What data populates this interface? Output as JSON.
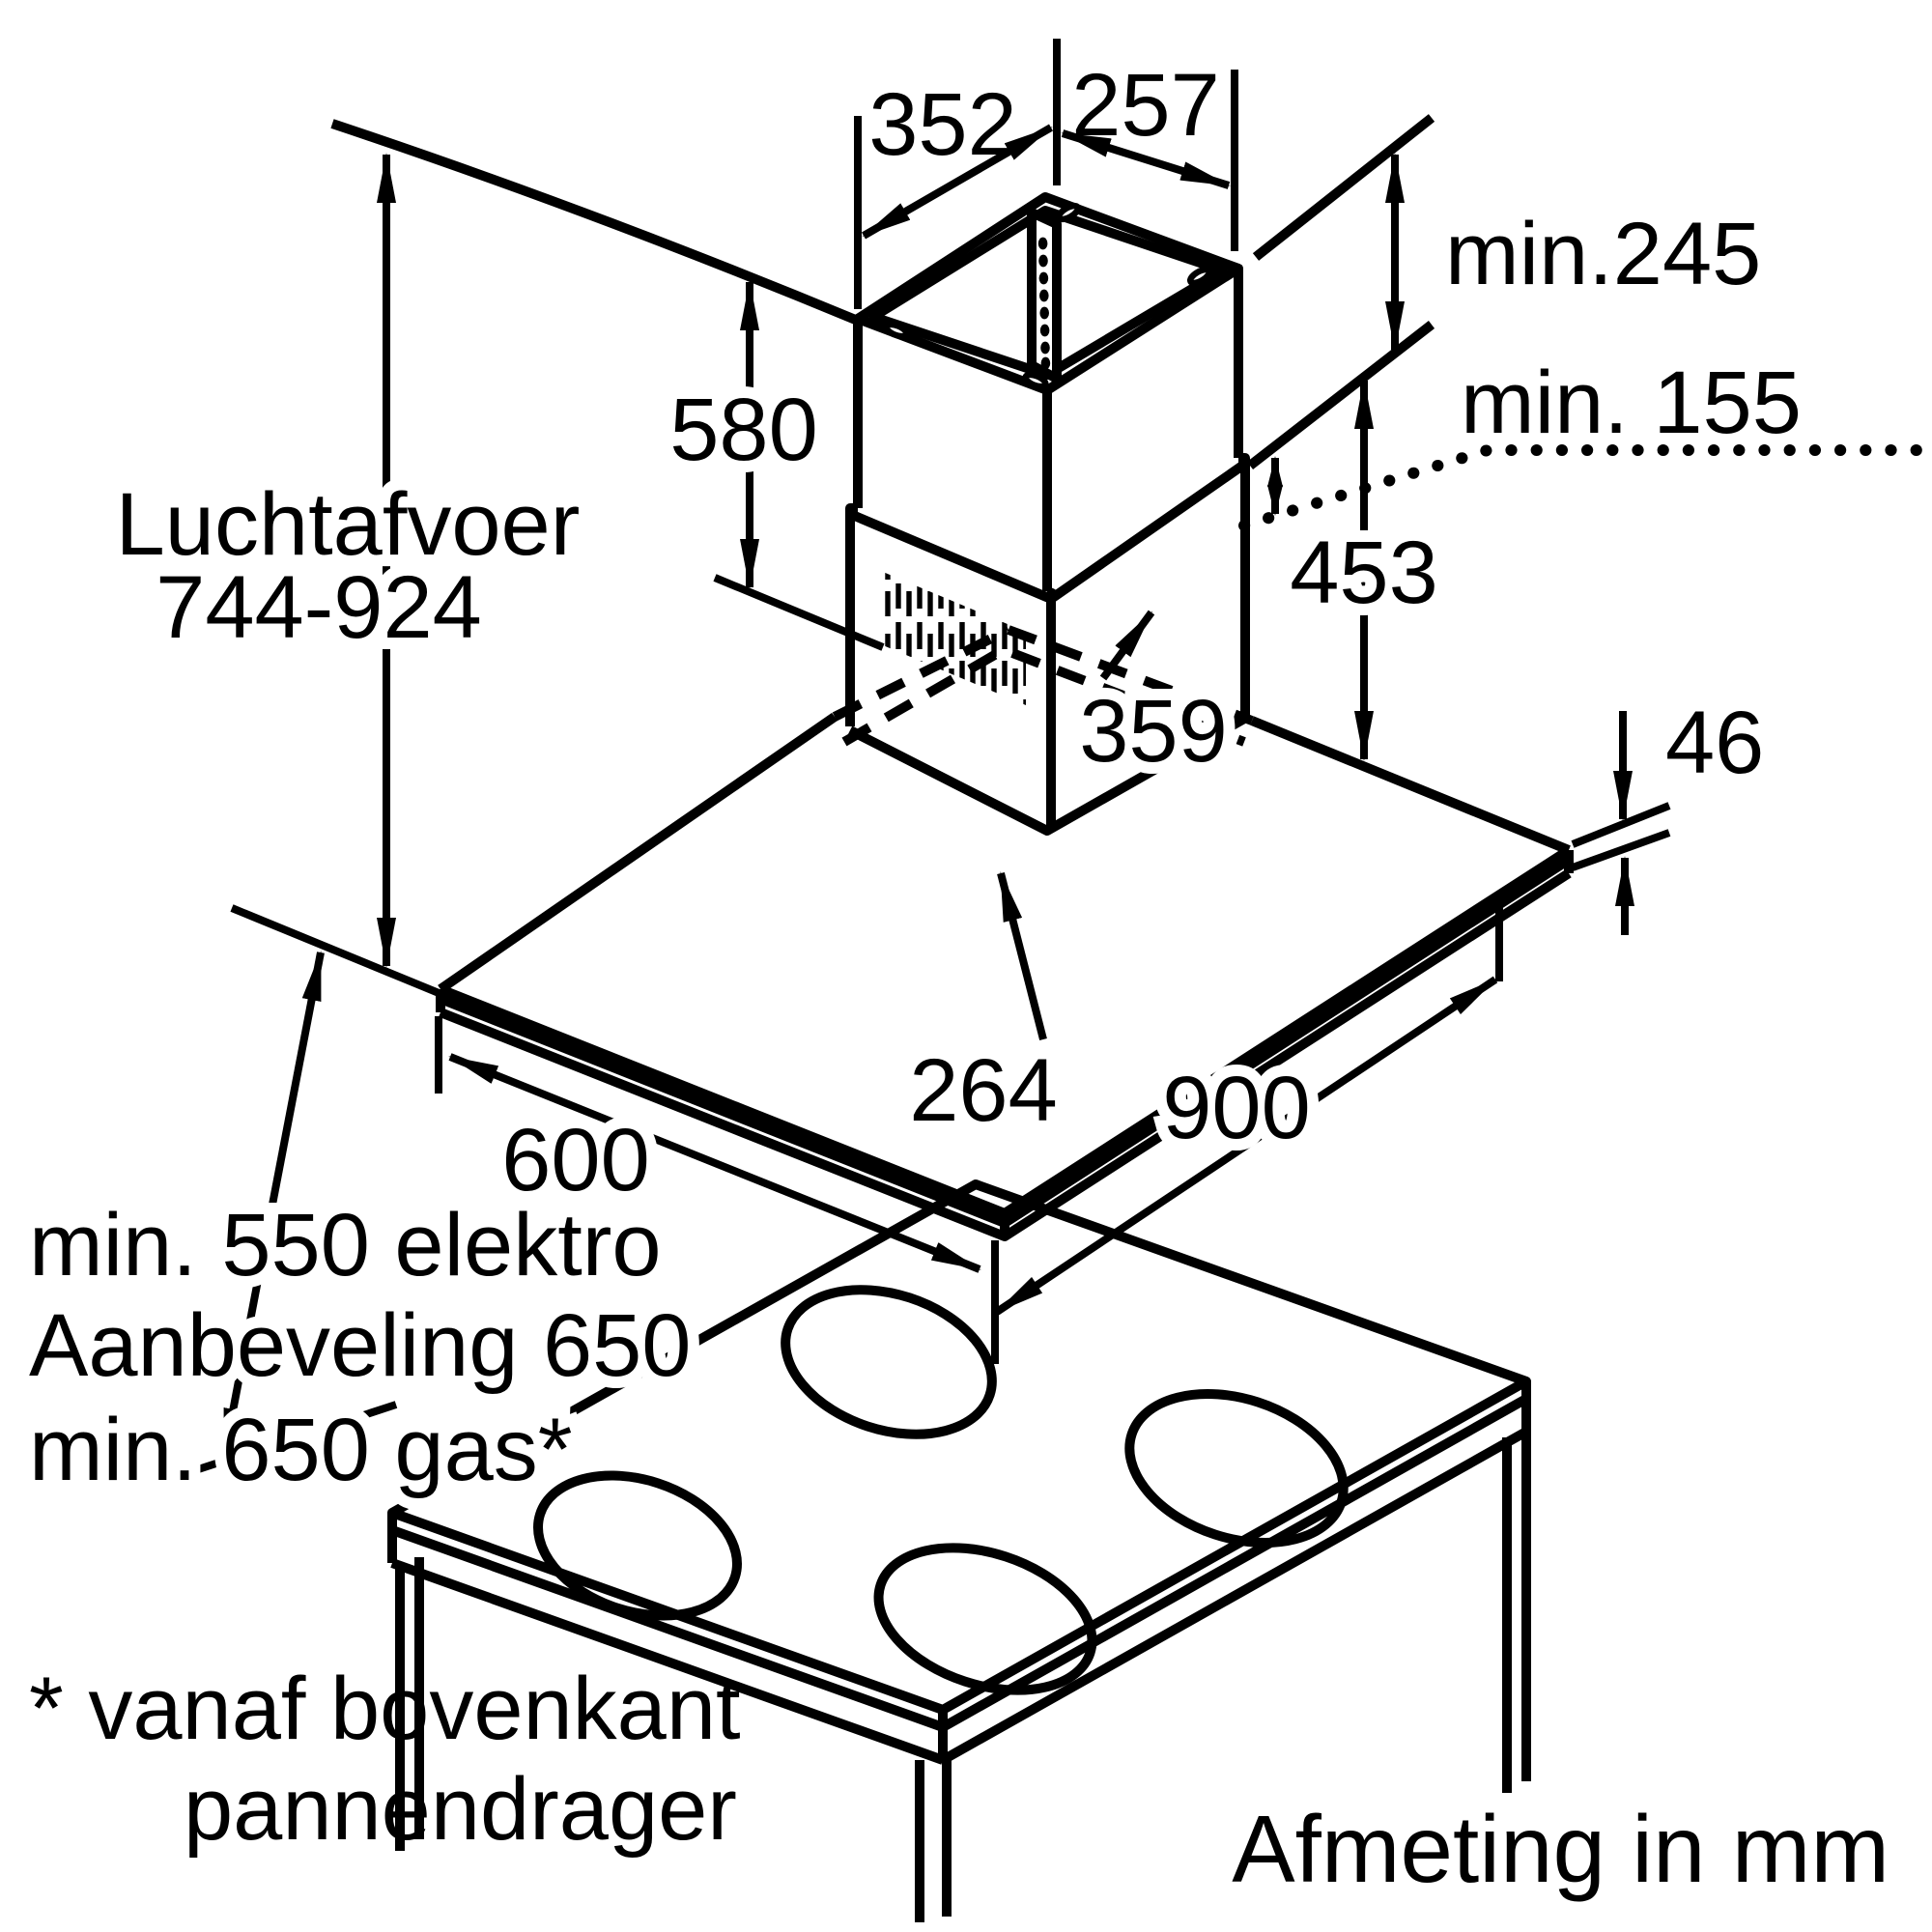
{
  "diagram": {
    "title_note": "Afmeting in mm",
    "dimensions": {
      "chimney_top_width": "352",
      "chimney_top_depth": "257",
      "ceiling_clearance": "min.245",
      "telescopic_overlap": "min. 155",
      "upper_duct_height": "580",
      "duct_label": "Luchtafvoer",
      "duct_height_range": "744-924",
      "bracket_to_canopy": "453",
      "chimney_base_width": "264",
      "chimney_base_depth": "359",
      "canopy_thickness": "46",
      "canopy_depth": "600",
      "canopy_width": "900",
      "clearance_electric": "min. 550 elektro",
      "clearance_recommended": "Aanbeveling 650",
      "clearance_gas": "min. 650 gas*",
      "footnote_line1": "* vanaf bovenkant",
      "footnote_line2": "pannendrager"
    }
  }
}
